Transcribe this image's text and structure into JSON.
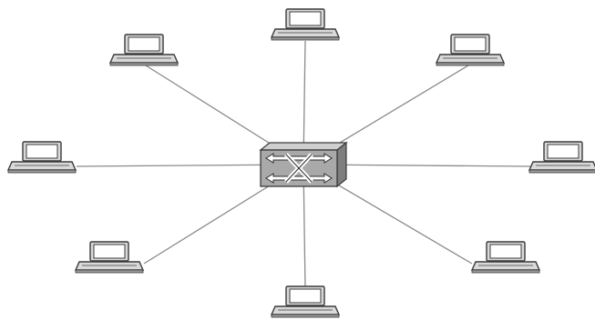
{
  "diagram": {
    "kind": "star-topology",
    "center": {
      "icon": "network-switch-icon"
    },
    "nodes": [
      {
        "id": "top",
        "icon": "computer-terminal-icon"
      },
      {
        "id": "top-left",
        "icon": "computer-terminal-icon"
      },
      {
        "id": "top-right",
        "icon": "computer-terminal-icon"
      },
      {
        "id": "left",
        "icon": "computer-terminal-icon"
      },
      {
        "id": "right",
        "icon": "computer-terminal-icon"
      },
      {
        "id": "bottom-left",
        "icon": "computer-terminal-icon"
      },
      {
        "id": "bottom-right",
        "icon": "computer-terminal-icon"
      },
      {
        "id": "bottom",
        "icon": "computer-terminal-icon"
      }
    ],
    "colors": {
      "line": "#8a8a8a",
      "device_stroke": "#3a3a3a",
      "device_fill": "#d9d9d9",
      "screen_fill": "#ffffff",
      "switch_front": "#a9a9a9",
      "switch_top": "#cfcfcf",
      "switch_side": "#7e7e7e"
    }
  }
}
